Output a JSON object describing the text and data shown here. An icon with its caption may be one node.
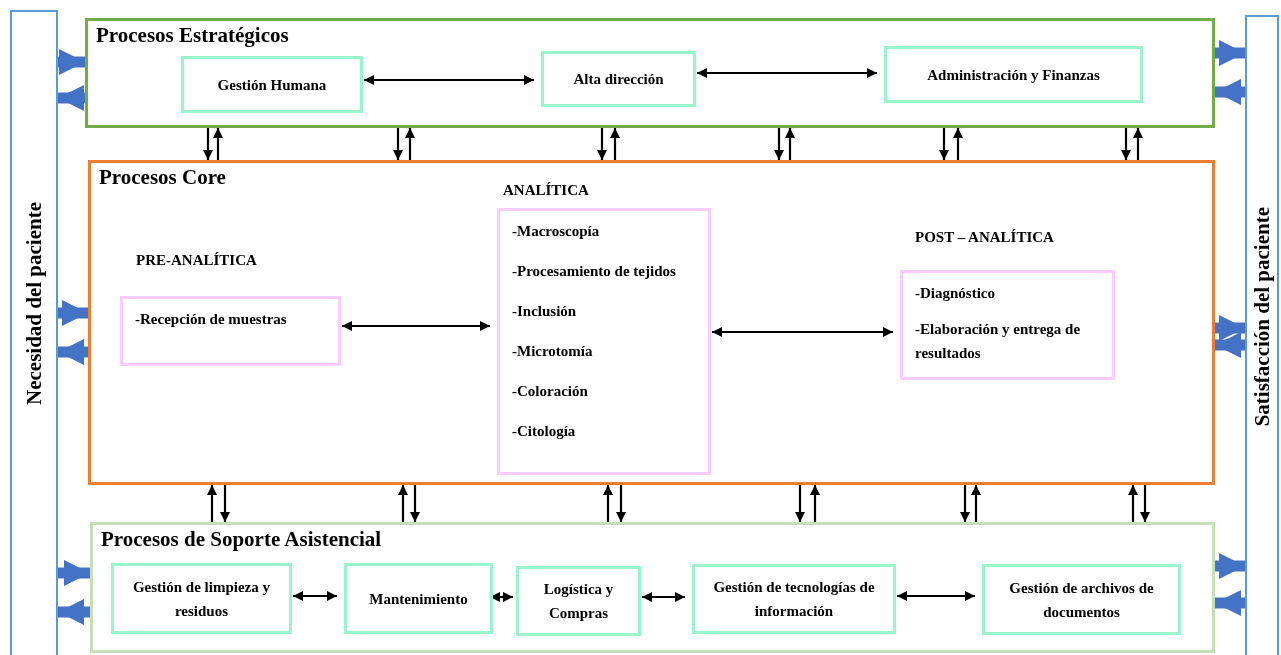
{
  "diagram": {
    "nodes": [
      {
        "text": [
          "Necesidad del paciente"
        ]
      },
      {
        "text": [
          "Procesos Estratégicos"
        ]
      },
      {
        "text": [
          "Gestión Humana"
        ],
        "in": 1
      },
      {
        "text": [
          "Alta dirección"
        ],
        "in": 1
      },
      {
        "text": [
          "Administración y Finanzas"
        ],
        "in": 1
      },
      {
        "text": [
          "Procesos Core"
        ]
      },
      {
        "text": [
          "PRE-ANALÍTICA",
          "-Recepción de muestras"
        ],
        "in": 5
      },
      {
        "text": [
          "ANALÍTICA",
          "-Macroscopía",
          "-Procesamiento de tejidos",
          "-Inclusión",
          "-Microtomía",
          "-Coloración",
          "-Citología"
        ],
        "in": 5
      },
      {
        "text": [
          "POST – ANALÍTICA",
          "-Diagnóstico",
          "-Elaboración y entrega de resultados"
        ],
        "in": 5
      },
      {
        "text": [
          "Procesos de Soporte Asistencial"
        ]
      },
      {
        "text": [
          "Gestión de limpieza y residuos"
        ],
        "in": 9
      },
      {
        "text": [
          "Mantenimiento"
        ],
        "in": 9
      },
      {
        "text": [
          "Logística y Compras"
        ],
        "in": 9
      },
      {
        "text": [
          "Gestión de tecnologías de información"
        ],
        "in": 9
      },
      {
        "text": [
          "Gestión de archivos de documentos"
        ],
        "in": 9
      },
      {
        "text": [
          "Satisfacción del paciente"
        ]
      }
    ],
    "edges": [
      {
        "from": 2,
        "to": 3,
        "arrow": "both"
      },
      {
        "from": 3,
        "to": 4,
        "arrow": "both"
      },
      {
        "from": 6,
        "to": 7,
        "arrow": "both"
      },
      {
        "from": 7,
        "to": 8,
        "arrow": "both"
      },
      {
        "from": 10,
        "to": 11,
        "arrow": "both"
      },
      {
        "from": 11,
        "to": 12,
        "arrow": "both"
      },
      {
        "from": 12,
        "to": 13,
        "arrow": "both"
      },
      {
        "from": 13,
        "to": 14,
        "arrow": "both"
      },
      {
        "from": 1,
        "to": 5,
        "arrow": "to"
      },
      {
        "from": 5,
        "to": 1,
        "arrow": "to"
      },
      {
        "from": 1,
        "to": 5,
        "arrow": "to"
      },
      {
        "from": 5,
        "to": 1,
        "arrow": "to"
      },
      {
        "from": 1,
        "to": 5,
        "arrow": "to"
      },
      {
        "from": 5,
        "to": 1,
        "arrow": "to"
      },
      {
        "from": 1,
        "to": 5,
        "arrow": "to"
      },
      {
        "from": 5,
        "to": 1,
        "arrow": "to"
      },
      {
        "from": 1,
        "to": 5,
        "arrow": "to"
      },
      {
        "from": 5,
        "to": 1,
        "arrow": "to"
      },
      {
        "from": 1,
        "to": 5,
        "arrow": "to"
      },
      {
        "from": 5,
        "to": 1,
        "arrow": "to"
      },
      {
        "from": 9,
        "to": 5,
        "arrow": "to"
      },
      {
        "from": 5,
        "to": 9,
        "arrow": "to"
      },
      {
        "from": 9,
        "to": 5,
        "arrow": "to"
      },
      {
        "from": 5,
        "to": 9,
        "arrow": "to"
      },
      {
        "from": 9,
        "to": 5,
        "arrow": "to"
      },
      {
        "from": 5,
        "to": 9,
        "arrow": "to"
      },
      {
        "from": 5,
        "to": 9,
        "arrow": "to"
      },
      {
        "from": 9,
        "to": 5,
        "arrow": "to"
      },
      {
        "from": 5,
        "to": 9,
        "arrow": "to"
      },
      {
        "from": 9,
        "to": 5,
        "arrow": "to"
      },
      {
        "from": 9,
        "to": 5,
        "arrow": "to"
      },
      {
        "from": 5,
        "to": 9,
        "arrow": "to"
      },
      {
        "from": 0,
        "to": 1,
        "arrow": "to",
        "style": "thick",
        "color": "#4472c4"
      },
      {
        "from": 1,
        "to": 0,
        "arrow": "to",
        "style": "thick",
        "color": "#4472c4"
      },
      {
        "from": 0,
        "to": 5,
        "arrow": "to",
        "style": "thick",
        "color": "#4472c4"
      },
      {
        "from": 5,
        "to": 0,
        "arrow": "to",
        "style": "thick",
        "color": "#4472c4"
      },
      {
        "from": 0,
        "to": 9,
        "arrow": "to",
        "style": "thick",
        "color": "#4472c4"
      },
      {
        "from": 9,
        "to": 0,
        "arrow": "to",
        "style": "thick",
        "color": "#4472c4"
      },
      {
        "from": 1,
        "to": 15,
        "arrow": "to",
        "style": "thick",
        "color": "#4472c4"
      },
      {
        "from": 15,
        "to": 1,
        "arrow": "to",
        "style": "thick",
        "color": "#4472c4"
      },
      {
        "from": 5,
        "to": 15,
        "arrow": "to",
        "style": "thick",
        "color": "#4472c4"
      },
      {
        "from": 15,
        "to": 5,
        "arrow": "to",
        "style": "thick",
        "color": "#4472c4"
      },
      {
        "from": 9,
        "to": 15,
        "arrow": "to",
        "style": "thick",
        "color": "#4472c4"
      },
      {
        "from": 15,
        "to": 9,
        "arrow": "to",
        "style": "thick",
        "color": "#4472c4"
      }
    ]
  }
}
